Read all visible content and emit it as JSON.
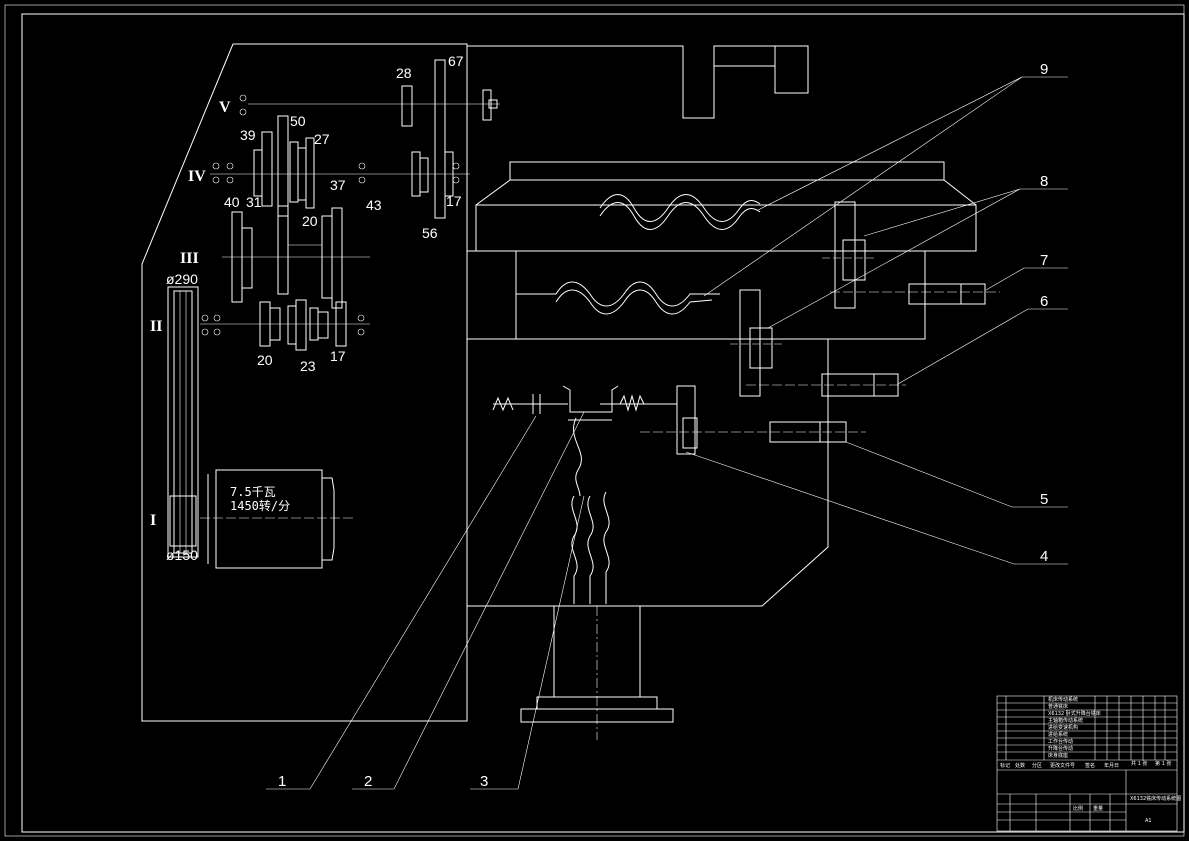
{
  "shaft_labels": {
    "I": "I",
    "II": "II",
    "III": "III",
    "IV": "IV",
    "V": "V"
  },
  "gears": {
    "g28": "28",
    "g67": "67",
    "g39": "39",
    "g50": "50",
    "g27": "27",
    "g37": "37",
    "g40": "40",
    "g31": "31",
    "g20a": "20",
    "g43": "43",
    "g17a": "17",
    "g56": "56",
    "g20b": "20",
    "g23": "23",
    "g17b": "17"
  },
  "pulleys": {
    "large": "ø290",
    "small": "ø150"
  },
  "motor": {
    "power": "7.5千瓦",
    "speed": "1450转/分"
  },
  "callouts": [
    "1",
    "2",
    "3",
    "4",
    "5",
    "6",
    "7",
    "8",
    "9"
  ],
  "title_block": {
    "left_rows": [
      "机床传动系统",
      "普通铣床",
      "X6132 卧式升降台铣床",
      "主轴箱传动系统",
      "进给变速机构",
      "进给系统",
      "工作台传动",
      "升降台传动",
      "床身底座"
    ],
    "right_cells": [
      "共 1 张",
      "第 1 张"
    ],
    "header_cells": [
      "标记",
      "处数",
      "分区",
      "更改文件号",
      "签名",
      "年月日"
    ],
    "drawing_name": "X6132铣床传动系统图",
    "scale_label": "比例",
    "weight_label": "重量",
    "sheet_label": "A1"
  }
}
